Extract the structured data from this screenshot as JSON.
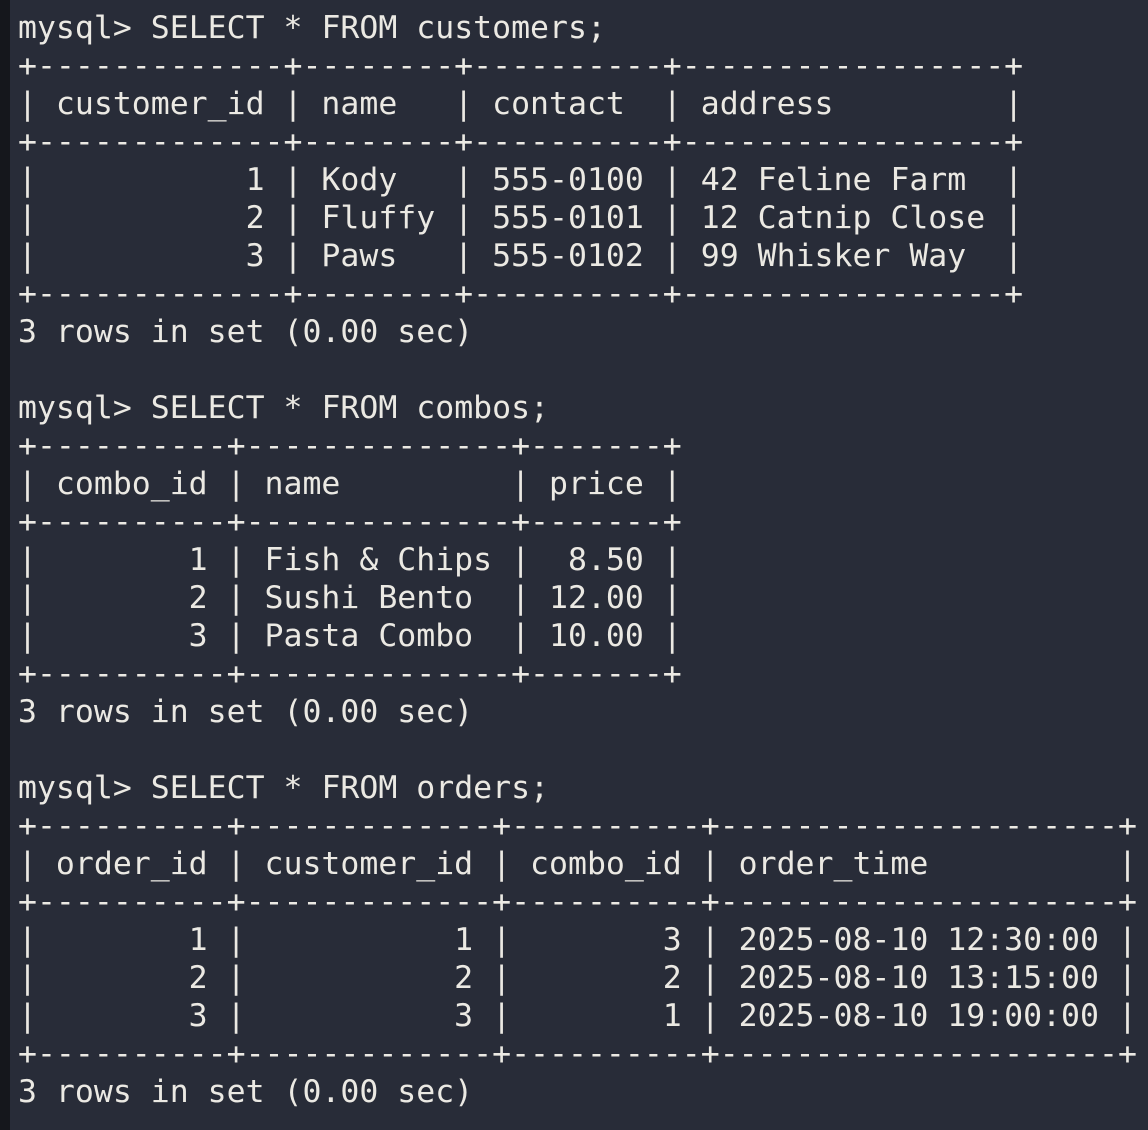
{
  "terminal": {
    "prompt": "mysql>",
    "colors": {
      "background": "#282c38",
      "edge_strip": "#15171c",
      "text": "#ebe9e3"
    },
    "blocks": [
      {
        "command": "SELECT * FROM customers;",
        "table": {
          "headers": [
            "customer_id",
            "name",
            "contact",
            "address"
          ],
          "rows": [
            [
              "1",
              "Kody",
              "555-0100",
              "42 Feline Farm"
            ],
            [
              "2",
              "Fluffy",
              "555-0101",
              "12 Catnip Close"
            ],
            [
              "3",
              "Paws",
              "555-0102",
              "99 Whisker Way"
            ]
          ]
        },
        "status": "3 rows in set (0.00 sec)"
      },
      {
        "command": "SELECT * FROM combos;",
        "table": {
          "headers": [
            "combo_id",
            "name",
            "price"
          ],
          "rows": [
            [
              "1",
              "Fish & Chips",
              "8.50"
            ],
            [
              "2",
              "Sushi Bento",
              "12.00"
            ],
            [
              "3",
              "Pasta Combo",
              "10.00"
            ]
          ]
        },
        "status": "3 rows in set (0.00 sec)"
      },
      {
        "command": "SELECT * FROM orders;",
        "table": {
          "headers": [
            "order_id",
            "customer_id",
            "combo_id",
            "order_time"
          ],
          "rows": [
            [
              "1",
              "1",
              "3",
              "2025-08-10 12:30:00"
            ],
            [
              "2",
              "2",
              "2",
              "2025-08-10 13:15:00"
            ],
            [
              "3",
              "3",
              "1",
              "2025-08-10 19:00:00"
            ]
          ]
        },
        "status": "3 rows in set (0.00 sec)"
      }
    ]
  }
}
